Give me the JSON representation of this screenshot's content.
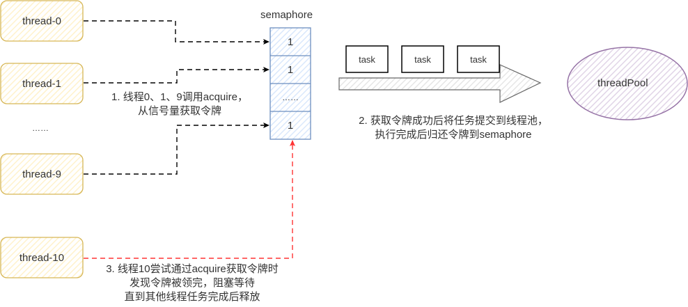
{
  "colors": {
    "thread_fill": "#fff2cc",
    "thread_stroke": "#d6b656",
    "semaphore_fill": "#dae8fc",
    "semaphore_stroke": "#6c8ebf",
    "pool_fill": "#e1d5e7",
    "pool_stroke": "#9673a6",
    "arrow_black": "#000000",
    "arrow_red": "#ff3333",
    "big_arrow_stroke": "#666666",
    "text": "#333333"
  },
  "threads": [
    {
      "label": "thread-0"
    },
    {
      "label": "thread-1"
    },
    {
      "label": "thread-9"
    },
    {
      "label": "thread-10"
    }
  ],
  "threads_ellipsis": "……",
  "semaphore": {
    "title": "semaphore",
    "cells": [
      "1",
      "1",
      "……",
      "1"
    ]
  },
  "tasks": [
    "task",
    "task",
    "task"
  ],
  "thread_pool": {
    "label": "threadPool"
  },
  "notes": {
    "step1": [
      "1. 线程0、1、9调用acquire，",
      "从信号量获取令牌"
    ],
    "step2": [
      "2. 获取令牌成功后将任务提交到线程池，",
      "执行完成后归还令牌到semaphore"
    ],
    "step3": [
      "3. 线程10尝试通过acquire获取令牌时",
      "发现令牌被领完，阻塞等待",
      "直到其他线程任务完成后释放"
    ]
  }
}
